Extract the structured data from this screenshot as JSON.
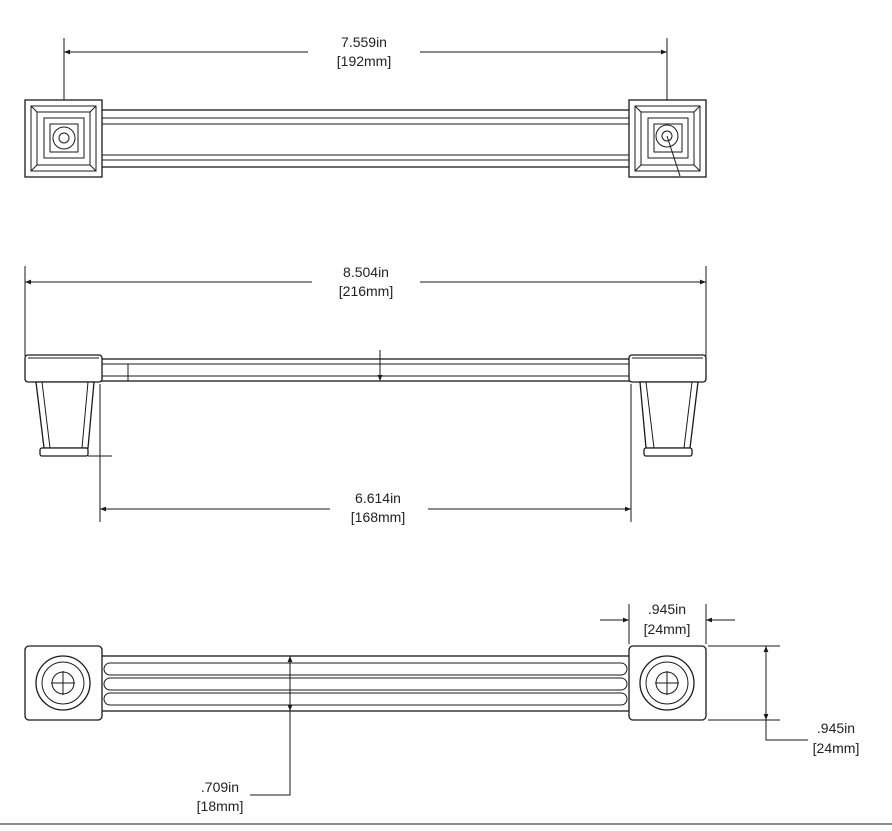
{
  "dimensions": {
    "hole_spacing": {
      "imperial": "7.559in",
      "metric": "[192mm]"
    },
    "overall_length": {
      "imperial": "8.504in",
      "metric": "[216mm]"
    },
    "inner_clearance": {
      "imperial": "6.614in",
      "metric": "[168mm]"
    },
    "base_width": {
      "imperial": ".945in",
      "metric": "[24mm]"
    },
    "base_height": {
      "imperial": ".945in",
      "metric": "[24mm]"
    },
    "bar_width": {
      "imperial": ".709in",
      "metric": "[18mm]"
    }
  },
  "colors": {
    "line": "#1a1a1a",
    "background": "#ffffff"
  }
}
